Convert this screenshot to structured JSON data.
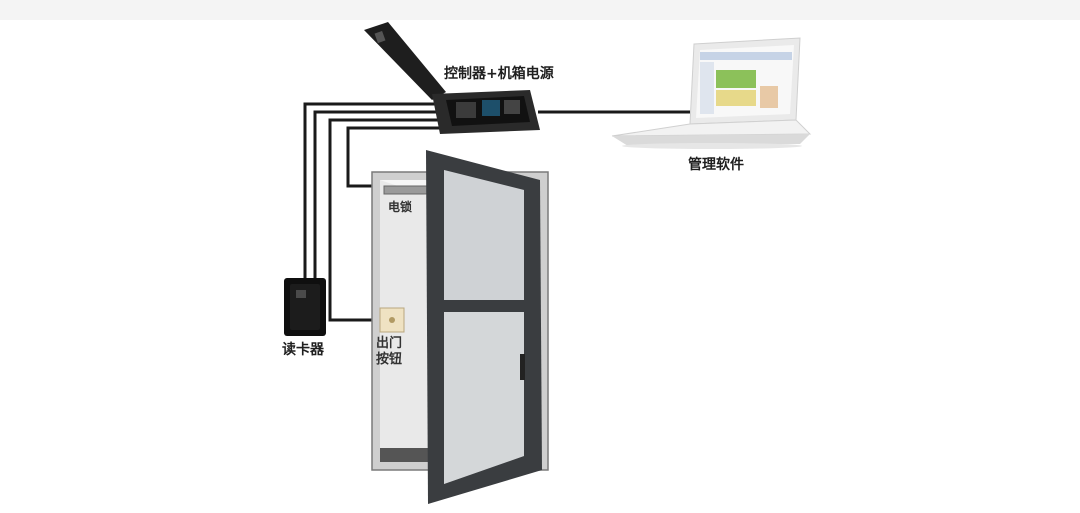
{
  "labels": {
    "controller": "控制器+机箱电源",
    "software": "管理软件",
    "lock": "电锁",
    "reader": "读卡器",
    "exit_line1": "出门",
    "exit_line2": "按钮"
  },
  "colors": {
    "wire": "#1a1a1a",
    "door_frame": "#3a3d40",
    "glass": "#cfd2d5",
    "wall": "#dcdcdc",
    "background": "#ffffff"
  },
  "icons": [
    "controller-box-icon",
    "laptop-icon",
    "card-reader-icon",
    "exit-button-icon",
    "electric-lock-icon",
    "door-icon"
  ]
}
